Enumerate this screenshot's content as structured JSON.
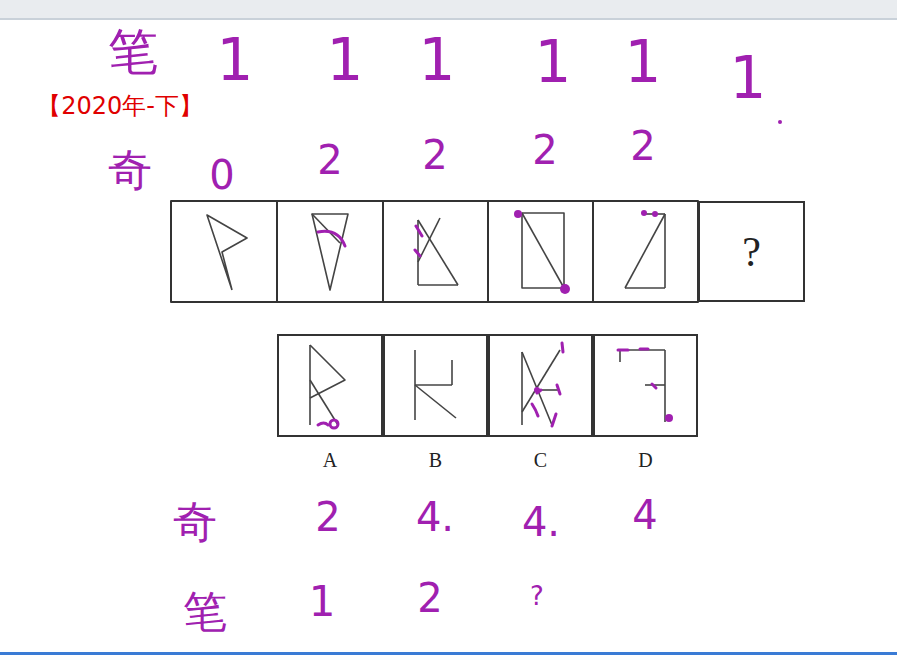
{
  "diagram": {
    "nodes": [
      {
        "text": [
          "?"
        ]
      },
      {
        "text": [
          "A"
        ]
      },
      {
        "text": [
          "B"
        ]
      },
      {
        "text": [
          "C"
        ]
      },
      {
        "text": [
          "D"
        ]
      }
    ],
    "labels": [
      "笔",
      "1",
      "1",
      "1",
      "1",
      "1",
      "1",
      "【2020年-下】",
      "奇",
      "0",
      "2",
      "2",
      "2",
      "2",
      "奇",
      "2",
      "4.",
      "4.",
      "4",
      "笔",
      "1",
      "2",
      "?"
    ]
  }
}
